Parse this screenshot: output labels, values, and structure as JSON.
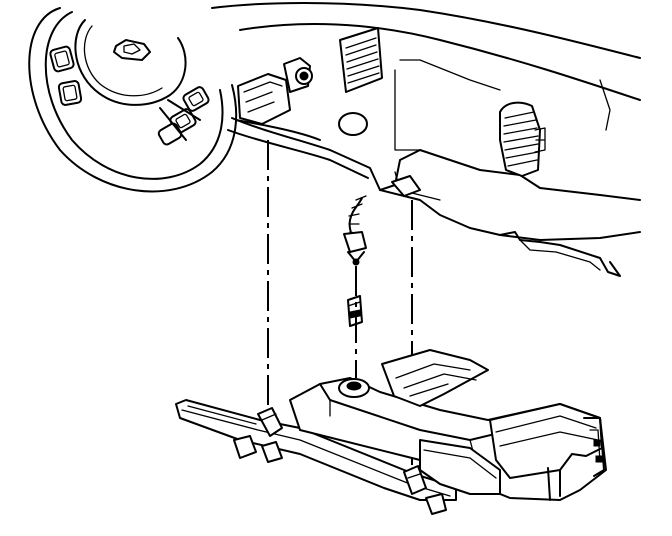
{
  "figure": {
    "kind": "exploded installation illustration",
    "style": "black line art on white",
    "colors": {
      "ink": "#000000",
      "paper": "#ffffff"
    }
  },
  "parts": [
    {
      "id": "steering-wheel",
      "icon": "steering-wheel-icon"
    },
    {
      "id": "instrument-panel",
      "icon": "dashboard-icon"
    },
    {
      "id": "wiring-harness",
      "icon": "wire-icon"
    },
    {
      "id": "courtesy-lamp-socket",
      "icon": "lamp-socket-icon"
    },
    {
      "id": "knee-bolster-panel",
      "icon": "panel-icon"
    }
  ],
  "alignment_lines": 3
}
